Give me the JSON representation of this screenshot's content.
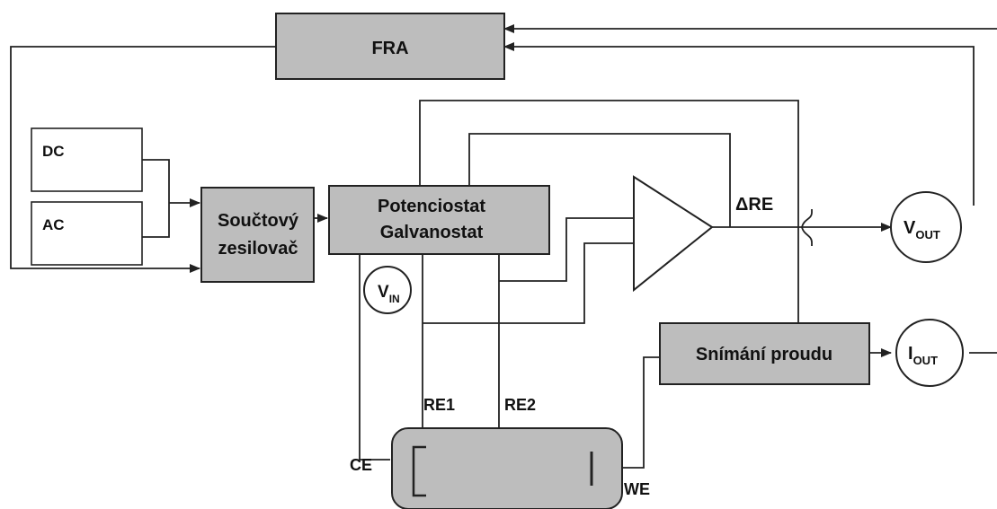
{
  "blocks": {
    "fra": "FRA",
    "dc": "DC",
    "ac": "AC",
    "summing_amp": [
      "Součtový",
      "zesilovač"
    ],
    "potentiostat": [
      "Potenciostat",
      "Galvanostat"
    ],
    "current_sensing": "Snímání proudu"
  },
  "meters": {
    "vin": {
      "main": "V",
      "sub": "IN"
    },
    "vout": {
      "main": "V",
      "sub": "OUT"
    },
    "iout": {
      "main": "I",
      "sub": "OUT"
    }
  },
  "labels": {
    "delta_re": "ΔRE",
    "re1": "RE1",
    "re2": "RE2",
    "ce": "CE",
    "we": "WE"
  }
}
